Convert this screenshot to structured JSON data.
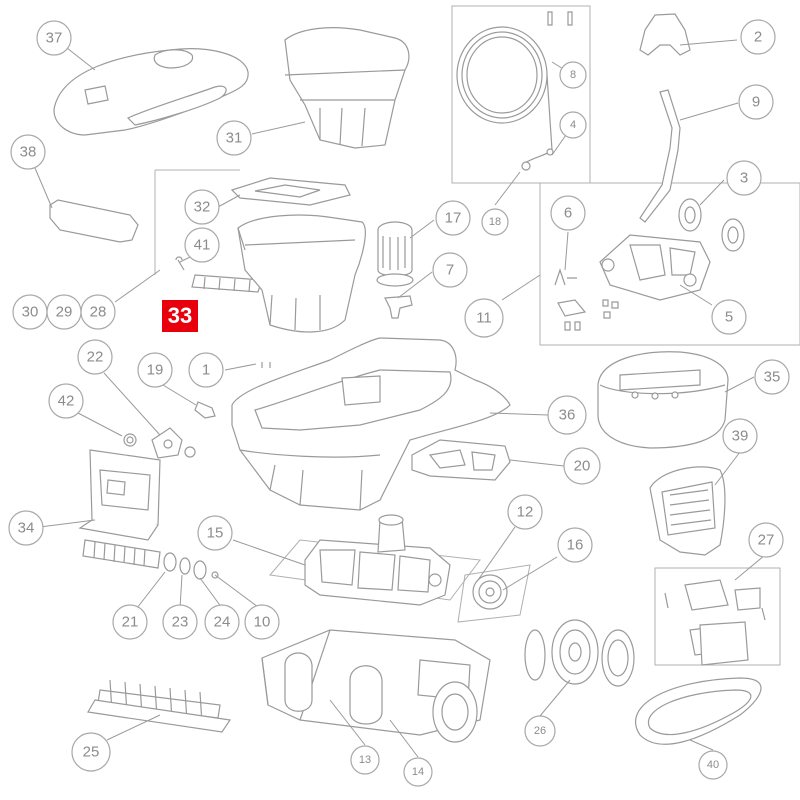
{
  "highlighted_callout": {
    "label": "33",
    "color": "#e8000d"
  },
  "callouts": [
    "37",
    "31",
    "38",
    "32",
    "41",
    "30",
    "29",
    "28",
    "17",
    "7",
    "8",
    "4",
    "18",
    "2",
    "9",
    "3",
    "6",
    "11",
    "5",
    "22",
    "19",
    "1",
    "42",
    "36",
    "35",
    "20",
    "39",
    "34",
    "15",
    "12",
    "16",
    "21",
    "23",
    "24",
    "10",
    "27",
    "25",
    "13",
    "14",
    "26",
    "40"
  ]
}
